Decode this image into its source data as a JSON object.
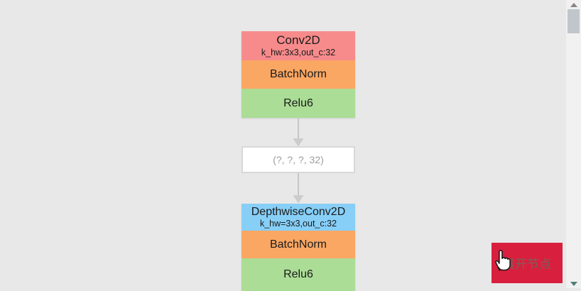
{
  "graph": {
    "blocks": [
      {
        "name": "conv-block",
        "layers": [
          {
            "label": "Conv2D",
            "sublabel": "k_hw:3x3,out_c:32",
            "color": "#f78b8c"
          },
          {
            "label": "BatchNorm",
            "color": "#faa763"
          },
          {
            "label": "Relu6",
            "color": "#abdd96"
          }
        ]
      },
      {
        "name": "depthwise-conv-block",
        "layers": [
          {
            "label": "DepthwiseConv2D",
            "sublabel": "k_hw=3x3,out_c:32",
            "color": "#87cff7"
          },
          {
            "label": "BatchNorm",
            "color": "#faa763"
          },
          {
            "label": "Relu6",
            "color": "#abdd96"
          }
        ]
      }
    ],
    "tensor_node": {
      "label": "(?, ?, ?, 32)",
      "text_color": "#9e9e9e"
    },
    "edge_color": "#c6c6c6"
  },
  "controls": {
    "expand_button": {
      "label": "展开节点",
      "background": "#d91f3e",
      "text_color": "#7d5f5a"
    }
  },
  "cursor": {
    "icon": "hand-pointer"
  },
  "scrollbar": {
    "track_color": "#f1f1f1",
    "thumb_color": "#c1c6cc",
    "up_arrow_color": "#8b8382",
    "down_arrow_color": "#527d75"
  }
}
